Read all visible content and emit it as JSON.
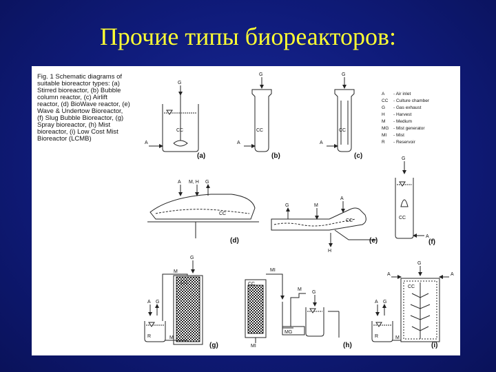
{
  "slide": {
    "title": "Прочие типы биореакторов:"
  },
  "figure": {
    "caption_lines": [
      "Fig. 1  Schematic diagrams of",
      "suitable bioreactor types: (a)",
      "Stirred bioreactor, (b) Bubble",
      "column reactor, (c) Airlift",
      "reactor, (d) BioWave reactor, (e)",
      "Wave & Undertow Bioreactor,",
      "(f) Slug Bubble Bioreactor, (g)",
      "Spray bioreactor, (h) Mist",
      "bioreactor, (i) Low Cost Mist",
      "Bioreactor (LCMB)"
    ],
    "legend": [
      {
        "key": "A",
        "desc": "- Air inlet"
      },
      {
        "key": "CC",
        "desc": "- Culture chamber"
      },
      {
        "key": "G",
        "desc": "- Gas exhaust"
      },
      {
        "key": "H",
        "desc": "- Harvest"
      },
      {
        "key": "M",
        "desc": "- Medium"
      },
      {
        "key": "MG",
        "desc": "- Mist generator"
      },
      {
        "key": "MI",
        "desc": "- Mist"
      },
      {
        "key": "R",
        "desc": "- Reservoir"
      }
    ],
    "panel_labels": {
      "a": "(a)",
      "b": "(b)",
      "c": "(c)",
      "d": "(d)",
      "e": "(e)",
      "f": "(f)",
      "g": "(g)",
      "h": "(h)",
      "i": "(i)"
    },
    "tags": {
      "A": "A",
      "G": "G",
      "CC": "CC",
      "M": "M",
      "H": "H",
      "R": "R",
      "MI": "MI",
      "MG": "MG",
      "MH": "M, H"
    }
  }
}
